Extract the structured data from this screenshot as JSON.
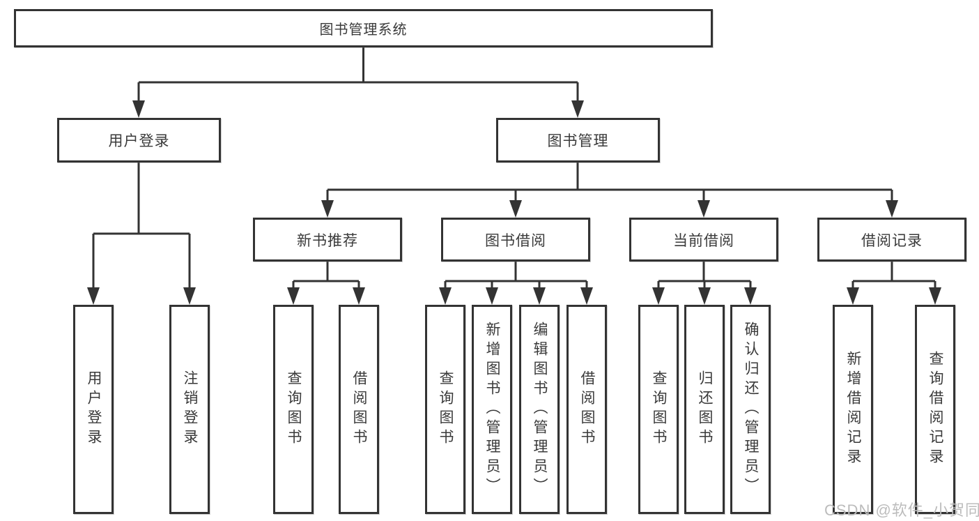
{
  "diagram": {
    "root": {
      "label": "图书管理系统"
    },
    "level2": [
      {
        "id": "user-login",
        "label": "用户登录",
        "parent": "图书管理系统"
      },
      {
        "id": "book-management",
        "label": "图书管理",
        "parent": "图书管理系统"
      }
    ],
    "level3": [
      {
        "id": "new-book-recommend",
        "label": "新书推荐",
        "parent": "图书管理"
      },
      {
        "id": "book-borrowing",
        "label": "图书借阅",
        "parent": "图书管理"
      },
      {
        "id": "current-borrowing",
        "label": "当前借阅",
        "parent": "图书管理"
      },
      {
        "id": "borrowing-records",
        "label": "借阅记录",
        "parent": "图书管理"
      }
    ],
    "leaves": [
      {
        "id": "user-login-leaf",
        "label": "用户登录",
        "parent": "用户登录"
      },
      {
        "id": "logout",
        "label": "注销登录",
        "parent": "用户登录"
      },
      {
        "id": "query-books-recommend",
        "label": "查询图书",
        "parent": "新书推荐"
      },
      {
        "id": "borrow-books-recommend",
        "label": "借阅图书",
        "parent": "新书推荐"
      },
      {
        "id": "query-books-borrowing",
        "label": "查询图书",
        "parent": "图书借阅"
      },
      {
        "id": "add-book-admin",
        "label": "新增图书（管理员）",
        "parent": "图书借阅"
      },
      {
        "id": "edit-book-admin",
        "label": "编辑图书（管理员）",
        "parent": "图书借阅"
      },
      {
        "id": "borrow-books-borrowing",
        "label": "借阅图书",
        "parent": "图书借阅"
      },
      {
        "id": "query-books-current",
        "label": "查询图书",
        "parent": "当前借阅"
      },
      {
        "id": "return-books",
        "label": "归还图书",
        "parent": "当前借阅"
      },
      {
        "id": "confirm-return-admin",
        "label": "确认归还（管理员）",
        "parent": "当前借阅"
      },
      {
        "id": "add-borrow-record",
        "label": "新增借阅记录",
        "parent": "借阅记录"
      },
      {
        "id": "query-borrow-record",
        "label": "查询借阅记录",
        "parent": "借阅记录"
      }
    ],
    "watermark": "CSDN @软件_小贺同学",
    "colors": {
      "line": "#333333",
      "text": "#3a3a3a",
      "box_background": "#ffffff",
      "watermark": "#bcbcbc"
    }
  }
}
